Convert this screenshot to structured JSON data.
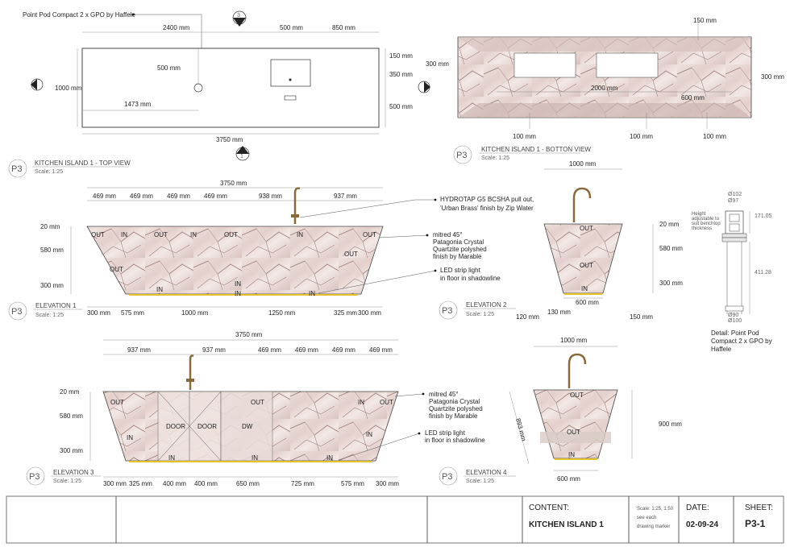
{
  "colors": {
    "marble": "#e8d7d4",
    "vein": "#8b6b6b",
    "brass": "#8b6a3a",
    "led": "#e6c32b",
    "border": "#555555"
  },
  "top_view": {
    "note": "Point Pod Compact 2 x GPO by Haffele",
    "marker_top": {
      "num": "3",
      "sheet": "P3"
    },
    "marker_bottom": {
      "num": "1",
      "sheet": "P3"
    },
    "marker_left": {
      "num": "4",
      "sheet": "P3"
    },
    "marker_right": {
      "num": "2",
      "sheet": "P3"
    },
    "dims": {
      "d2400": "2400 mm",
      "d500a": "500 mm",
      "d850": "850 mm",
      "d150": "150 mm",
      "d350": "350 mm",
      "d500r": "500 mm",
      "d1000": "1000 mm",
      "d500c": "500 mm",
      "d1473": "1473 mm",
      "d3750": "3750 mm"
    },
    "ref": "P3",
    "title": "KITCHEN ISLAND 1 - TOP VIEW",
    "scale": "Scale: 1:25"
  },
  "bottom_view": {
    "dims": {
      "d150": "150 mm",
      "d300l": "300 mm",
      "d300r": "300 mm",
      "d2000": "2000 mm",
      "d600": "600 mm",
      "d100a": "100 mm",
      "d100b": "100 mm",
      "d100c": "100 mm"
    },
    "ref": "P3",
    "title": "KITCHEN ISLAND 1 - BOTTON VIEW",
    "scale": "Scale: 1:25"
  },
  "elevation1": {
    "total": "3750 mm",
    "top_dims": [
      "469 mm",
      "469 mm",
      "469 mm",
      "469 mm",
      "938 mm",
      "937 mm"
    ],
    "left_dims": {
      "d20": "20 mm",
      "d580": "580 mm",
      "d300": "300 mm"
    },
    "bottom_dims": [
      "300 mm",
      "575 mm",
      "1000 mm",
      "1250 mm",
      "325 mm",
      "300 mm"
    ],
    "labels": {
      "out1": "OUT",
      "in1": "IN",
      "out2": "OUT",
      "in2": "IN",
      "out3": "OUT",
      "out4": "OUT",
      "in3": "IN",
      "out5": "OUT",
      "in4": "IN",
      "out6": "OUT",
      "in5": "IN",
      "in6": "IN",
      "in7": "IN"
    },
    "ann_tap": [
      "HYDROTAP G5 BCSHA pull out,",
      "'Urban Brass' finish by Zip Water"
    ],
    "ann_mitre": [
      "mitred 45°",
      "Patagonia Crystal",
      "Quartzite polyshed",
      "finish by Marable"
    ],
    "ann_led": [
      "LED strip light",
      "in floor in shadowline"
    ],
    "ref": "P3",
    "title": "ELEVATION 1",
    "scale": "Scale: 1:25"
  },
  "elevation2": {
    "d1000": "1000 mm",
    "d20": "20 mm",
    "d580": "580 mm",
    "d300": "300 mm",
    "d600": "600 mm",
    "d130": "130 mm",
    "d120": "120 mm",
    "d150": "150 mm",
    "labels": {
      "out1": "OUT",
      "out2": "OUT",
      "in1": "IN"
    },
    "ref": "P3",
    "title": "ELEVATION 2",
    "scale": "Scale: 1:25"
  },
  "detail": {
    "dims": {
      "d102": "Ø102",
      "d97": "Ø97",
      "d171": "171.05",
      "d411": "411.28",
      "d90": "Ø90",
      "d100": "Ø100"
    },
    "note": [
      "Height",
      "adjustable to",
      "suit benchtop",
      "thickness"
    ],
    "caption": [
      "Detail: Point Pod",
      "Compact 2 x GPO by",
      "Haffele"
    ]
  },
  "elevation3": {
    "total": "3750 mm",
    "top_dims": [
      "937 mm",
      "937 mm",
      "469 mm",
      "469 mm",
      "469 mm",
      "469 mm"
    ],
    "left_dims": {
      "d20": "20 mm",
      "d580": "580 mm",
      "d300": "300 mm"
    },
    "bottom_dims": [
      "300 mm",
      "325 mm",
      "400 mm",
      "400 mm",
      "650 mm",
      "725 mm",
      "575 mm",
      "300 mm"
    ],
    "labels": {
      "out1": "OUT",
      "in1": "IN",
      "door1": "DOOR",
      "door2": "DOOR",
      "dw": "DW",
      "out2": "OUT",
      "in2": "IN",
      "out3": "OUT",
      "in3": "IN",
      "in4": "IN",
      "in5": "IN",
      "in6": "IN"
    },
    "ann_mitre": [
      "mitred 45°",
      "Patagonia Crystal",
      "Quartzite polyshed",
      "finish by Marable"
    ],
    "ann_led": [
      "LED strip light",
      "in floor in shadowline"
    ],
    "ref": "P3",
    "title": "ELEVATION 3",
    "scale": "Scale: 1:25"
  },
  "elevation4": {
    "d1000": "1000 mm",
    "d893": "893 mm",
    "d900": "900 mm",
    "d600": "600 mm",
    "labels": {
      "out1": "OUT",
      "out2": "OUT",
      "in1": "IN"
    },
    "ref": "P3",
    "title": "ELEVATION 4",
    "scale": "Scale: 1:25"
  },
  "title_block": {
    "content_label": "CONTENT:",
    "content_value": "KITCHEN ISLAND 1",
    "scale_lines": [
      "Scale: 1:25, 1:50",
      "see each",
      "drawing marker"
    ],
    "date_label": "DATE:",
    "date_value": "02-09-24",
    "sheet_label": "SHEET:",
    "sheet_value": "P3-1"
  }
}
